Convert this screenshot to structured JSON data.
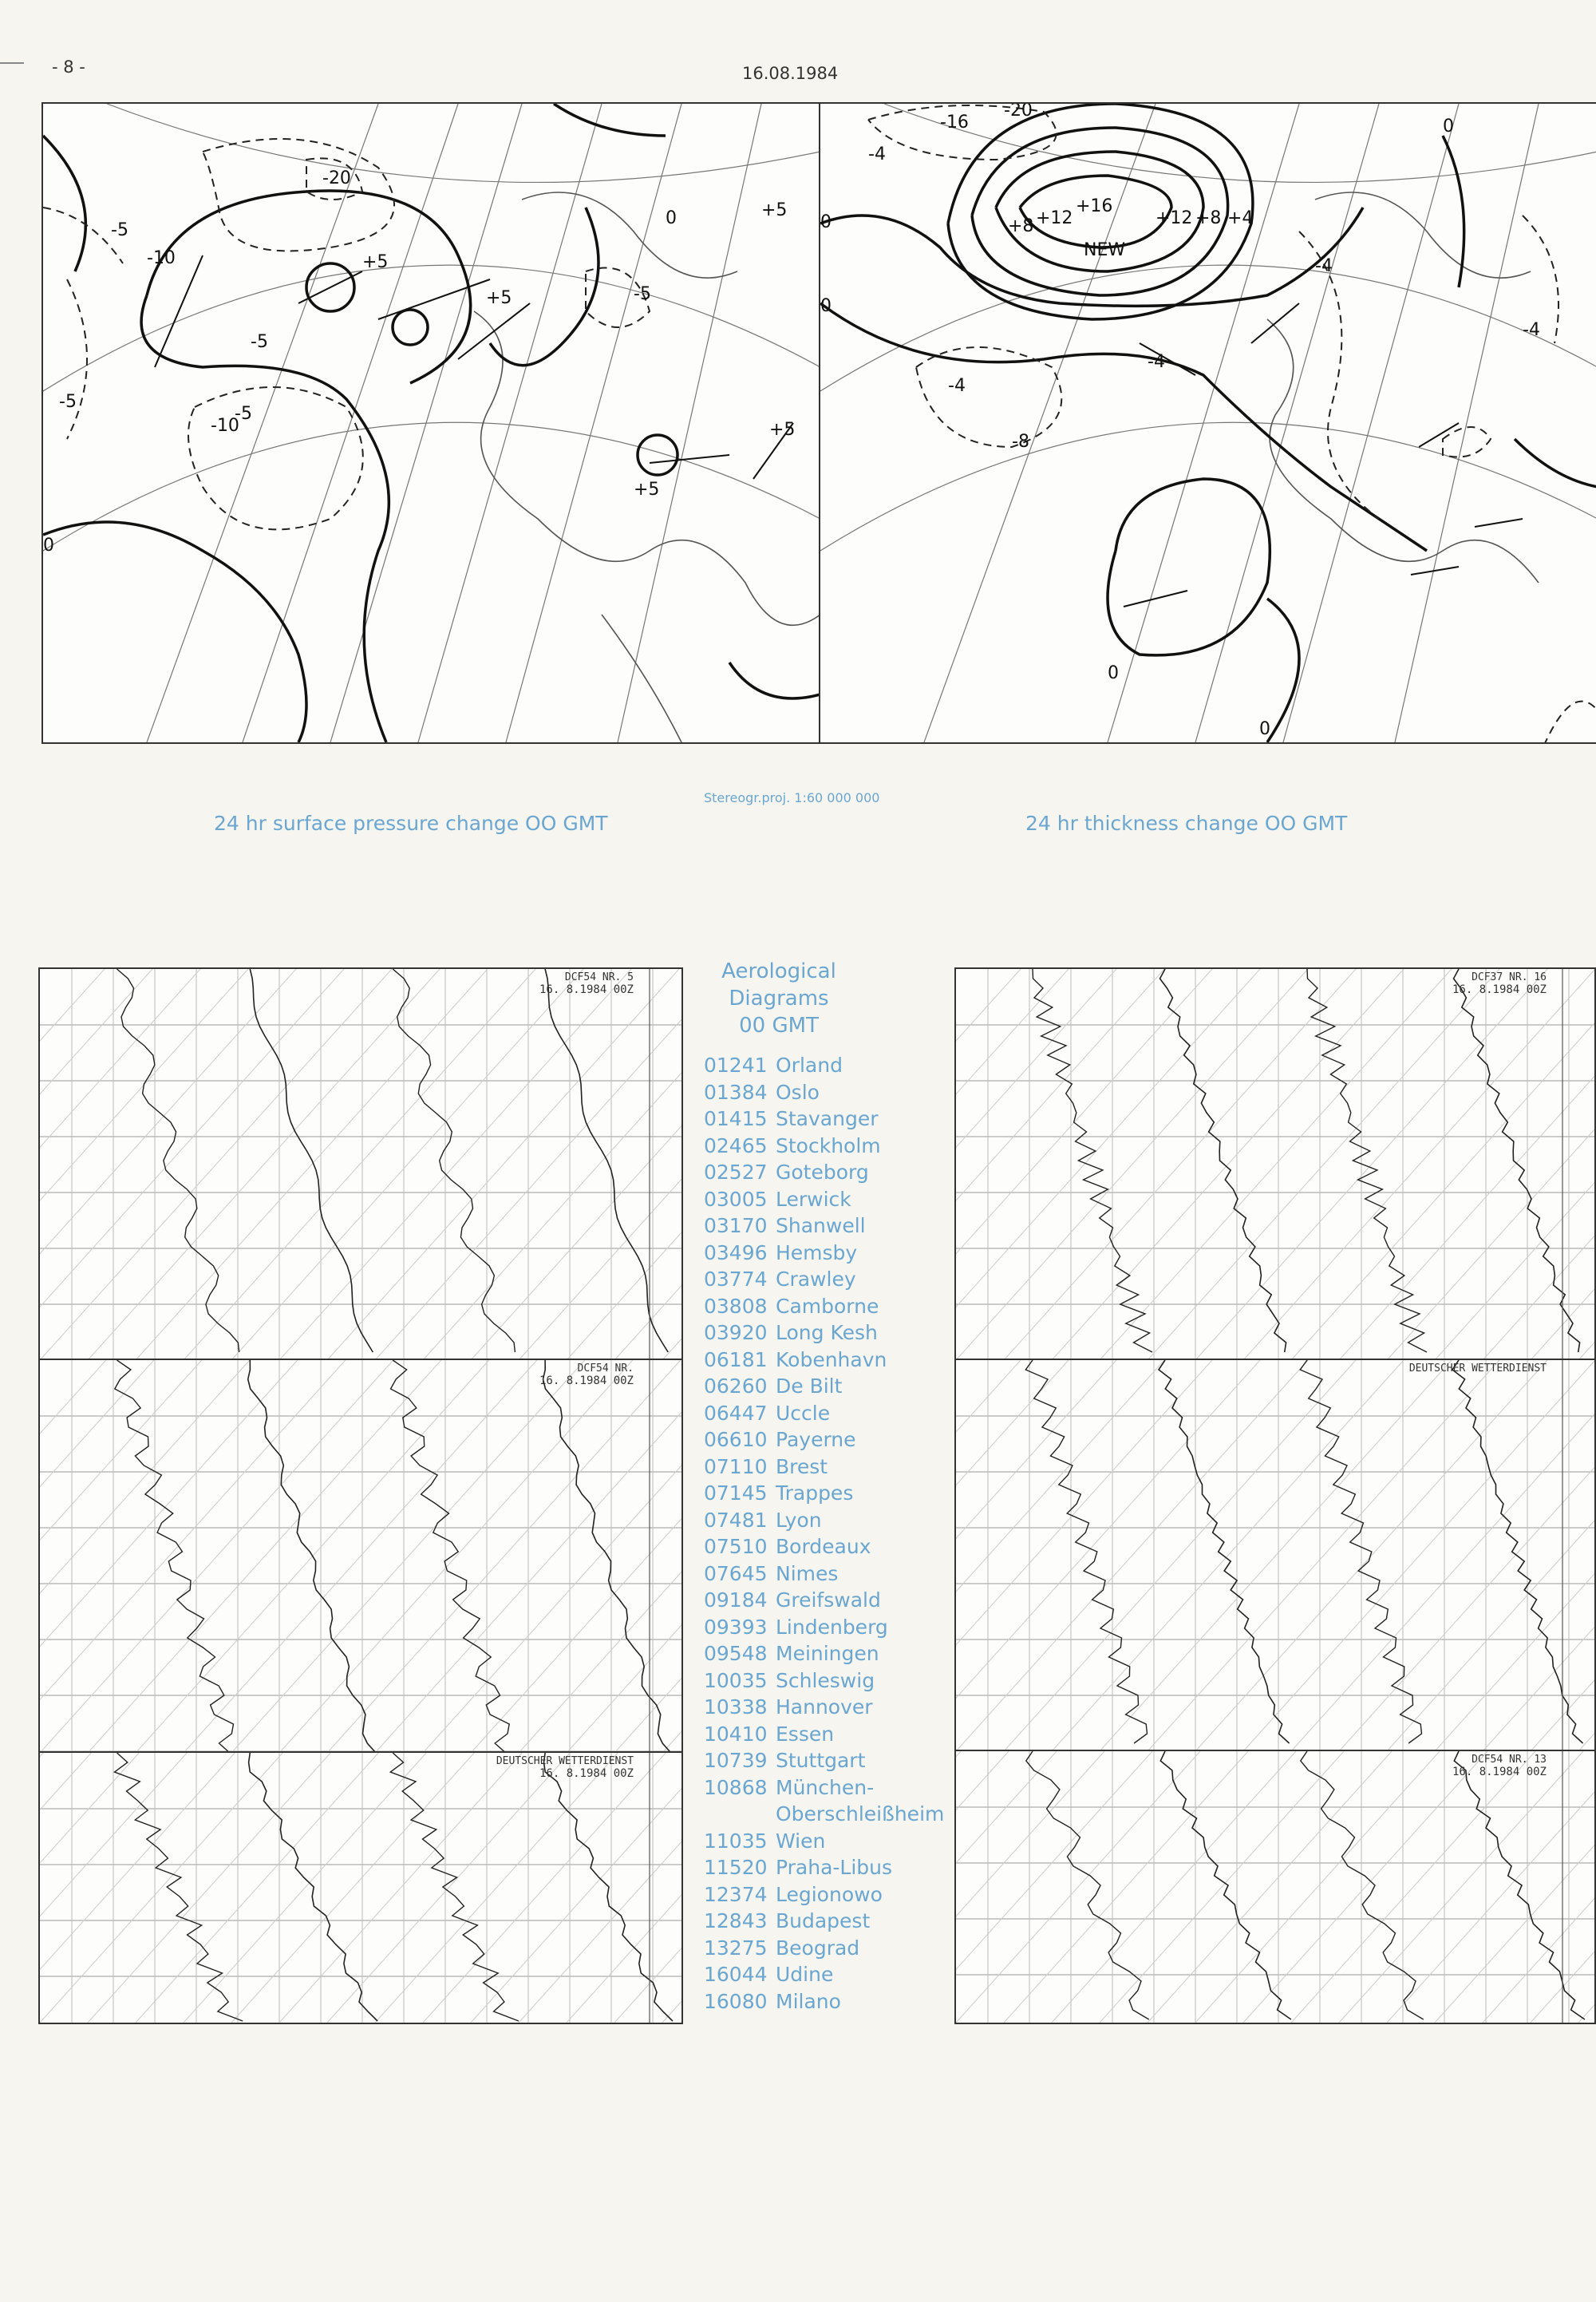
{
  "header": {
    "page_number": "- 8 -",
    "date": "16.08.1984"
  },
  "maps": {
    "left_caption": "24 hr surface pressure change OO GMT",
    "center_caption": "Stereogr.proj. 1:60 000 000",
    "right_caption": "24 hr thickness change OO GMT"
  },
  "aerological": {
    "title_line1": "Aerological",
    "title_line2": "Diagrams",
    "title_line3": "00 GMT",
    "stations": [
      {
        "code": "01241",
        "name": "Orland"
      },
      {
        "code": "01384",
        "name": "Oslo"
      },
      {
        "code": "01415",
        "name": "Stavanger"
      },
      {
        "code": "02465",
        "name": "Stockholm"
      },
      {
        "code": "02527",
        "name": "Goteborg"
      },
      {
        "code": "03005",
        "name": "Lerwick"
      },
      {
        "code": "03170",
        "name": "Shanwell"
      },
      {
        "code": "03496",
        "name": "Hemsby"
      },
      {
        "code": "03774",
        "name": "Crawley"
      },
      {
        "code": "03808",
        "name": "Camborne"
      },
      {
        "code": "03920",
        "name": "Long Kesh"
      },
      {
        "code": "06181",
        "name": "Kobenhavn"
      },
      {
        "code": "06260",
        "name": "De Bilt"
      },
      {
        "code": "06447",
        "name": "Uccle"
      },
      {
        "code": "06610",
        "name": "Payerne"
      },
      {
        "code": "07110",
        "name": "Brest"
      },
      {
        "code": "07145",
        "name": "Trappes"
      },
      {
        "code": "07481",
        "name": "Lyon"
      },
      {
        "code": "07510",
        "name": "Bordeaux"
      },
      {
        "code": "07645",
        "name": "Nimes"
      },
      {
        "code": "09184",
        "name": "Greifswald"
      },
      {
        "code": "09393",
        "name": "Lindenberg"
      },
      {
        "code": "09548",
        "name": "Meiningen"
      },
      {
        "code": "10035",
        "name": "Schleswig"
      },
      {
        "code": "10338",
        "name": "Hannover"
      },
      {
        "code": "10410",
        "name": "Essen"
      },
      {
        "code": "10739",
        "name": "Stuttgart"
      },
      {
        "code": "10868",
        "name": "München-"
      },
      {
        "code": "",
        "name": "Oberschleißheim"
      },
      {
        "code": "11035",
        "name": "Wien"
      },
      {
        "code": "11520",
        "name": "Praha-Libus"
      },
      {
        "code": "12374",
        "name": "Legionowo"
      },
      {
        "code": "12843",
        "name": "Budapest"
      },
      {
        "code": "13275",
        "name": "Beograd"
      },
      {
        "code": "16044",
        "name": "Udine"
      },
      {
        "code": "16080",
        "name": "Milano"
      }
    ]
  },
  "diagrams": {
    "d1_title": "DCF54 NR. 5",
    "d1_date": "16. 8.1984 00Z",
    "d2_title": "DCF54 NR.",
    "d2_date": "16. 8.1984 00Z",
    "d3_title": "DEUTSCHER WETTERDIENST",
    "d3_date": "16. 8.1984 00Z",
    "d4_title": "DCF37 NR. 16",
    "d4_date": "16. 8.1984 00Z",
    "d5_title": "DEUTSCHER WETTERDIENST",
    "d5_date": "",
    "d6_title": "DCF54 NR. 13",
    "d6_date": "16. 8.1984 00Z"
  }
}
